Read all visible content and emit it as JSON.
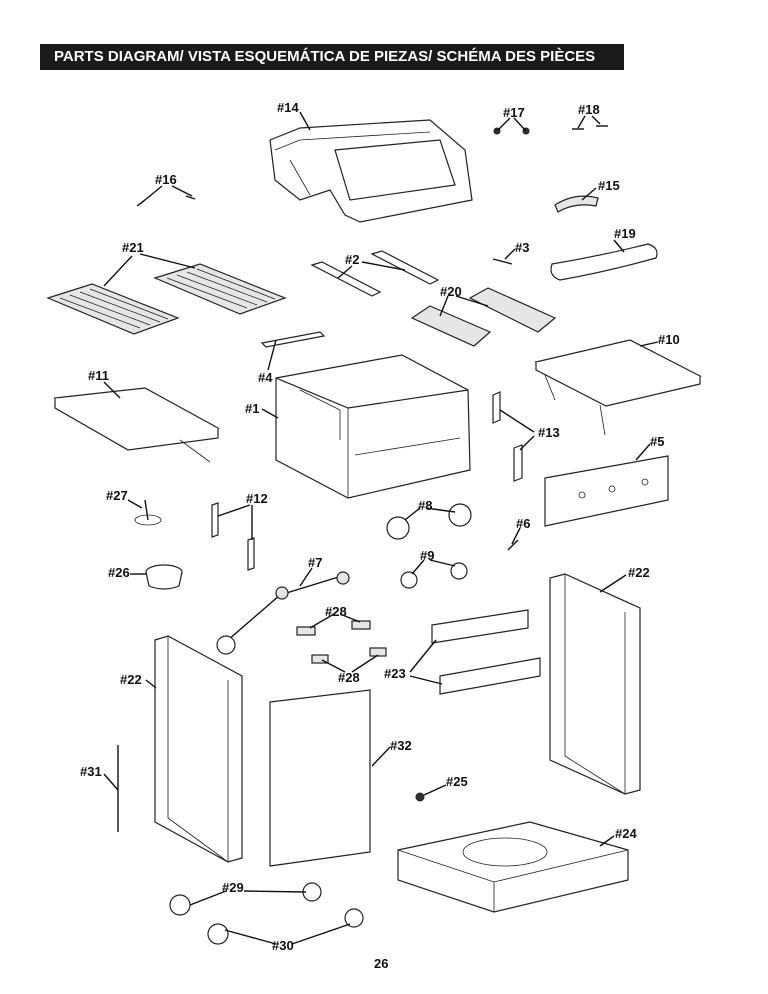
{
  "header": {
    "title": "PARTS DIAGRAM/ VISTA ESQUEMÁTICA DE PIEZAS/ SCHÉMA DES PIÈCES"
  },
  "labels": {
    "p1": "#1",
    "p2": "#2",
    "p3": "#3",
    "p4": "#4",
    "p5": "#5",
    "p6": "#6",
    "p7": "#7",
    "p8": "#8",
    "p9": "#9",
    "p10": "#10",
    "p11": "#11",
    "p12": "#12",
    "p13": "#13",
    "p14": "#14",
    "p15": "#15",
    "p16": "#16",
    "p17": "#17",
    "p18": "#18",
    "p19": "#19",
    "p20": "#20",
    "p21": "#21",
    "p22a": "#22",
    "p22b": "#22",
    "p23": "#23",
    "p24": "#24",
    "p25": "#25",
    "p26": "#26",
    "p27": "#27",
    "p28a": "#28",
    "p28b": "#28",
    "p29": "#29",
    "p30": "#30",
    "p31": "#31",
    "p32": "#32"
  },
  "footer": {
    "page_number": "26"
  }
}
